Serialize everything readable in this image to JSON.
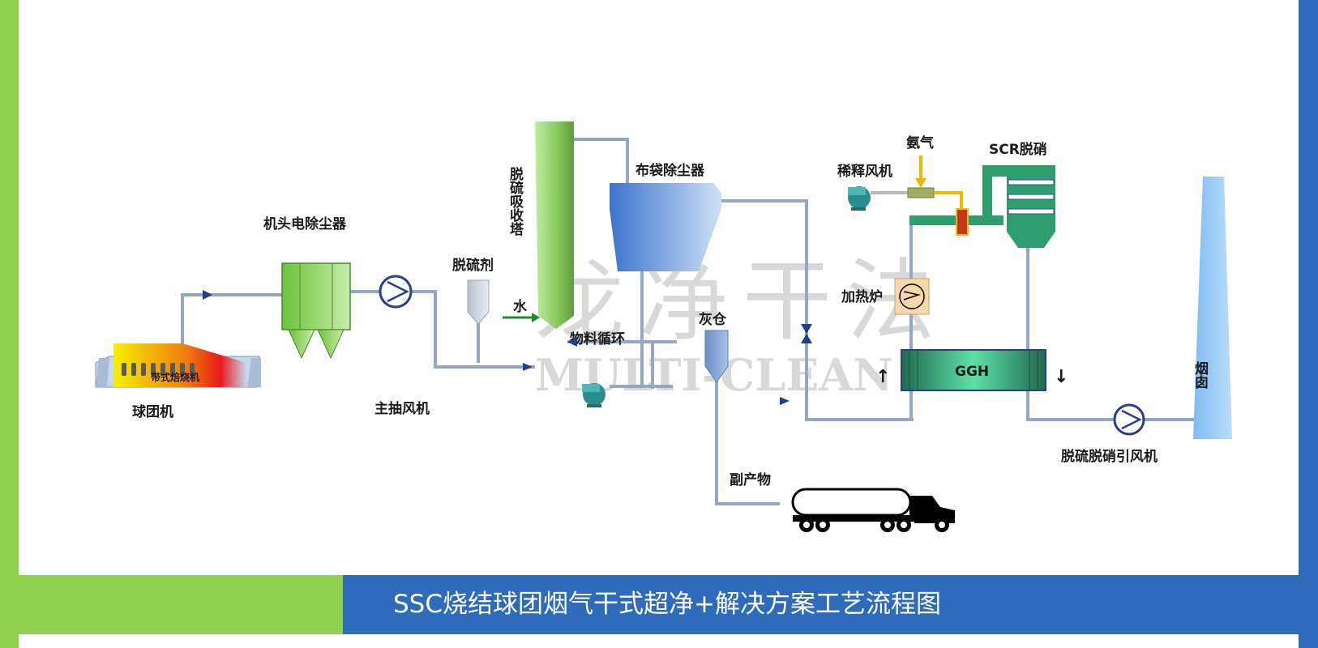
{
  "title": "SSC烧结球团烟气干式超净+解决方案工艺流程图",
  "watermark": {
    "chinese": "龙净干法",
    "english": "MULTI-CLEAN"
  },
  "labels": {
    "pellet_machine": "球团机",
    "sinter_machine": "带式焙烧机",
    "head_esp": "机头电除尘器",
    "main_fan": "主抽风机",
    "desulfurizer": "脱硫剂",
    "absorber_tower": "脱硫吸收塔",
    "water": "水",
    "material_cycle": "物料循环",
    "bag_filter": "布袋除尘器",
    "ash_silo": "灰仓",
    "byproduct": "副产物",
    "dilution_fan": "稀释风机",
    "ammonia": "氨气",
    "scr": "SCR脱硝",
    "heating_furnace": "加热炉",
    "ggh": "GGH",
    "induced_fan": "脱硫脱硝引风机",
    "chimney": "烟囱"
  },
  "colors": {
    "pipe": "#93a8c3",
    "green_accent": "#8fd14f",
    "blue_accent": "#2e6bbd",
    "esp": "#7fcf3a",
    "tower": "#8ec96a",
    "bag_filter": "#4a7fcf",
    "scr": "#2e9e6e",
    "chimney": "#9ecbf3",
    "ammonia_line": "#f0b800",
    "fan": "#2a3d8f"
  }
}
